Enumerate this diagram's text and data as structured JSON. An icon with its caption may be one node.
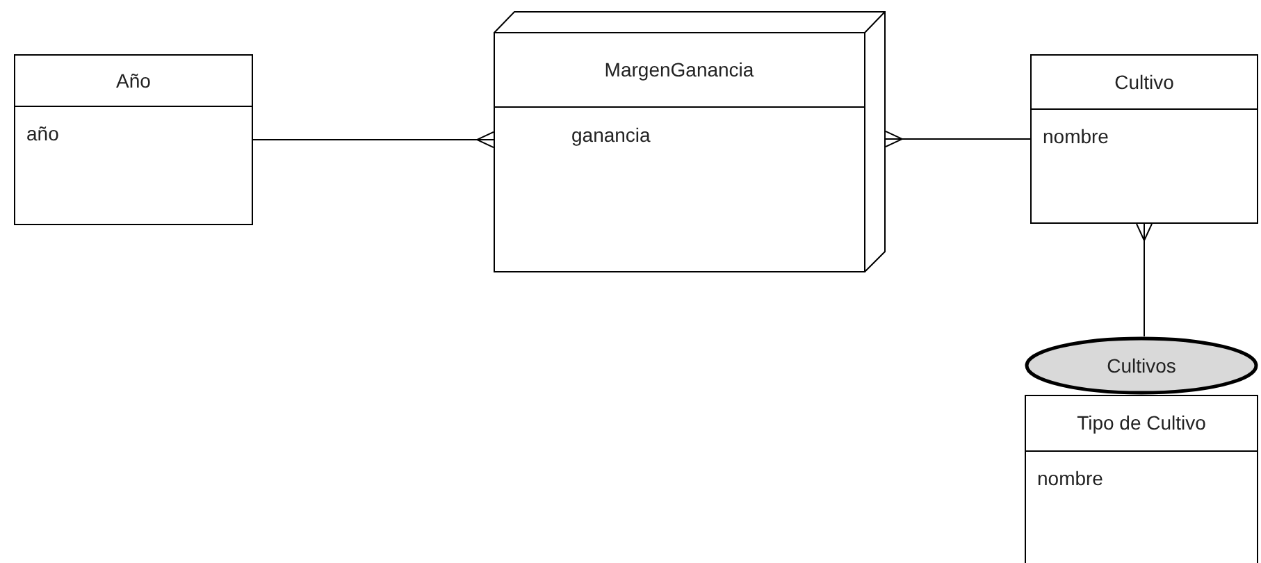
{
  "diagram": {
    "nodes": [
      {
        "text": [
          "Año",
          "año"
        ]
      },
      {
        "text": [
          "MargenGanancia",
          "ganancia"
        ]
      },
      {
        "text": [
          "Cultivo",
          "nombre"
        ]
      },
      {
        "text": [
          "Cultivos"
        ]
      },
      {
        "text": [
          "Tipo de Cultivo",
          "nombre"
        ]
      }
    ],
    "edges": [
      {
        "from": 0,
        "to": 1,
        "arrow": "other"
      },
      {
        "from": 2,
        "to": 1,
        "arrow": "other"
      },
      {
        "from": 3,
        "to": 2,
        "arrow": "other"
      }
    ]
  }
}
